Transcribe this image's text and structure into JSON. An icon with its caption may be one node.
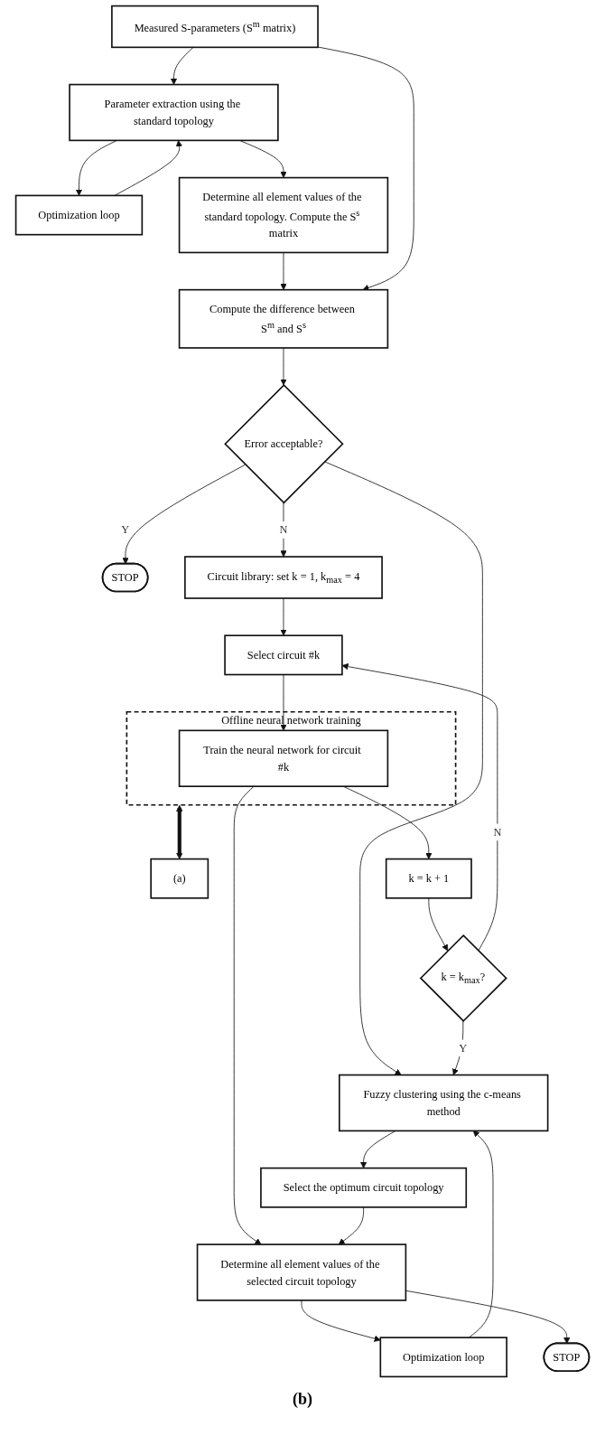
{
  "diagram": {
    "caption": "(b)",
    "nodes": [
      {
        "text": [
          "Measured S-parameters (S$^{m}$ matrix)"
        ]
      },
      {
        "text": [
          "Parameter extraction using the standard topology"
        ]
      },
      {
        "text": [
          "Optimization loop"
        ]
      },
      {
        "text": [
          "Determine all element values of the standard topology. Compute the S$^{s}$ matrix"
        ]
      },
      {
        "text": [
          "Compute the difference between S$^{m}$ and S$^{s}$"
        ]
      },
      {
        "text": [
          "Error acceptable?"
        ]
      },
      {
        "text": [
          "STOP"
        ]
      },
      {
        "text": [
          "Circuit library: set k = 1, k$_{max}$ = 4"
        ]
      },
      {
        "text": [
          "Select circuit #k"
        ]
      },
      {
        "text": [
          "Offline neural network training"
        ]
      },
      {
        "text": [
          "Train the neural network for circuit #k"
        ],
        "in": 9
      },
      {
        "text": [
          "(a)"
        ]
      },
      {
        "text": [
          "k = k + 1"
        ]
      },
      {
        "text": [
          "k = k$_{max}$?"
        ]
      },
      {
        "text": [
          "Fuzzy clustering using the c-means method"
        ]
      },
      {
        "text": [
          "Select the optimum circuit topology"
        ]
      },
      {
        "text": [
          "Determine all element values of the selected circuit topology"
        ]
      },
      {
        "text": [
          "Optimization loop"
        ]
      },
      {
        "text": [
          "STOP"
        ]
      }
    ],
    "edges": [
      {
        "from": 0,
        "to": 1,
        "arrow": "to"
      },
      {
        "from": 1,
        "to": 2,
        "arrow": "to"
      },
      {
        "from": 2,
        "to": 1,
        "arrow": "to"
      },
      {
        "from": 1,
        "to": 3,
        "arrow": "to"
      },
      {
        "from": 3,
        "to": 4,
        "arrow": "to"
      },
      {
        "from": 0,
        "to": 4,
        "arrow": "to"
      },
      {
        "from": 4,
        "to": 5,
        "arrow": "to"
      },
      {
        "from": 5,
        "to": 6,
        "label": "Y",
        "arrow": "to"
      },
      {
        "from": 5,
        "to": 7,
        "label": "N",
        "arrow": "to"
      },
      {
        "from": 5,
        "to": 14,
        "arrow": "to"
      },
      {
        "from": 7,
        "to": 8,
        "arrow": "to"
      },
      {
        "from": 8,
        "to": 10,
        "arrow": "to"
      },
      {
        "from": 10,
        "to": 12,
        "arrow": "to"
      },
      {
        "from": 12,
        "to": 13,
        "arrow": "to"
      },
      {
        "from": 13,
        "to": 8,
        "label": "N",
        "arrow": "to"
      },
      {
        "from": 13,
        "to": 14,
        "label": "Y",
        "arrow": "to"
      },
      {
        "from": 10,
        "to": 16,
        "arrow": "to"
      },
      {
        "from": 9,
        "to": 11,
        "arrow": "both",
        "style": "thick"
      },
      {
        "from": 14,
        "to": 15,
        "arrow": "to"
      },
      {
        "from": 15,
        "to": 16,
        "arrow": "to"
      },
      {
        "from": 16,
        "to": 17,
        "arrow": "to"
      },
      {
        "from": 17,
        "to": 14,
        "arrow": "to"
      },
      {
        "from": 16,
        "to": 18,
        "arrow": "to"
      }
    ]
  }
}
